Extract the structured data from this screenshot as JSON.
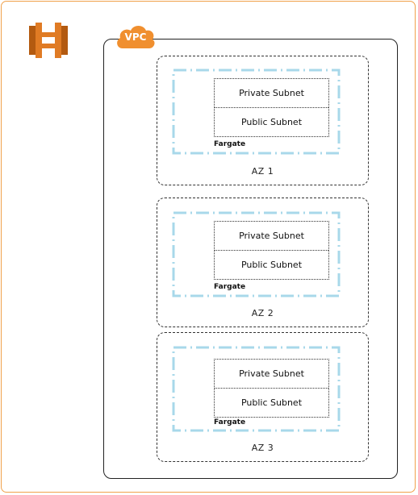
{
  "diagram": {
    "vpc_label": "VPC",
    "fargate_label": "Fargate",
    "azs": [
      {
        "label": "AZ 1",
        "subnets": [
          "Private Subnet",
          "Public Subnet"
        ]
      },
      {
        "label": "AZ 2",
        "subnets": [
          "Private Subnet",
          "Public Subnet"
        ]
      },
      {
        "label": "AZ 3",
        "subnets": [
          "Private Subnet",
          "Public Subnet"
        ]
      }
    ]
  },
  "colors": {
    "frame": "#f0a14b",
    "ecs_orange": "#e07b24",
    "ecs_dark": "#b35a10",
    "vpc_badge": "#f08f2f",
    "fargate_dash": "#a8d8ea"
  },
  "icons": {
    "service": "ecs-icon",
    "network": "vpc-cloud-icon"
  }
}
